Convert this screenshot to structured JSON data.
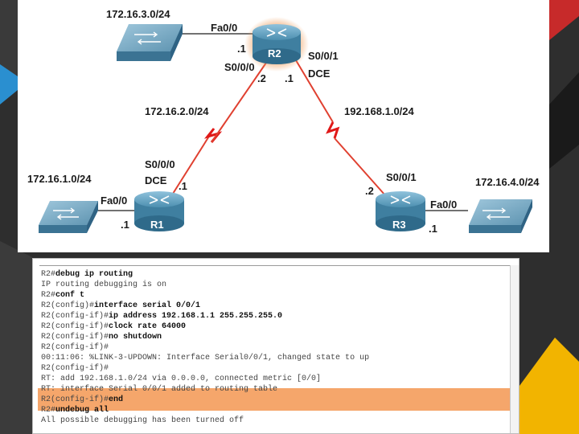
{
  "colors": {
    "link": "#e04030",
    "bolt": "#e01818",
    "highlight": "#f5a66b",
    "router_body": "#3f7fa0",
    "switch_body": "#5a8aa6"
  },
  "networks": {
    "top_left": "172.16.3.0/24",
    "left": "172.16.1.0/24",
    "right": "172.16.4.0/24",
    "link_r1_r2": "172.16.2.0/24",
    "link_r2_r3": "192.168.1.0/24"
  },
  "routers": {
    "r1": {
      "name": "R1",
      "fa_if": "Fa0/0",
      "fa_host": ".1",
      "serial_if": "S0/0/0",
      "dce": "DCE",
      "serial_host": ".1"
    },
    "r2": {
      "name": "R2",
      "fa_if": "Fa0/0",
      "fa_host": ".1",
      "s000_if": "S0/0/0",
      "s000_host": ".2",
      "s001_if": "S0/0/1",
      "s001_host": ".1",
      "dce": "DCE"
    },
    "r3": {
      "name": "R3",
      "fa_if": "Fa0/0",
      "fa_host": ".1",
      "serial_if": "S0/0/1",
      "serial_host": ".2"
    }
  },
  "terminal": [
    {
      "prompt": "R2#",
      "cmd": "debug ip routing",
      "text": ""
    },
    {
      "prompt": "",
      "cmd": "",
      "text": "IP routing debugging is on"
    },
    {
      "prompt": "R2#",
      "cmd": "conf t",
      "text": ""
    },
    {
      "prompt": "R2(config)#",
      "cmd": "interface serial 0/0/1",
      "text": ""
    },
    {
      "prompt": "R2(config-if)#",
      "cmd": "ip address 192.168.1.1 255.255.255.0",
      "text": ""
    },
    {
      "prompt": "R2(config-if)#",
      "cmd": "clock rate 64000",
      "text": ""
    },
    {
      "prompt": "R2(config-if)#",
      "cmd": "no shutdown",
      "text": ""
    },
    {
      "prompt": "R2(config-if)#",
      "cmd": "",
      "text": ""
    },
    {
      "prompt": "",
      "cmd": "",
      "text": "00:11:06: %LINK-3-UPDOWN: Interface Serial0/0/1, changed state to up"
    },
    {
      "prompt": "R2(config-if)#",
      "cmd": "",
      "text": ""
    },
    {
      "prompt": "",
      "cmd": "",
      "text": "RT: add 192.168.1.0/24 via 0.0.0.0, connected metric [0/0]"
    },
    {
      "prompt": "",
      "cmd": "",
      "text": "RT: interface Serial 0/0/1 added to routing table"
    },
    {
      "prompt": "R2(config-if)#",
      "cmd": "end",
      "text": ""
    },
    {
      "prompt": "R2#",
      "cmd": "undebug all",
      "text": ""
    },
    {
      "prompt": "",
      "cmd": "",
      "text": "All possible debugging has been turned off"
    }
  ]
}
